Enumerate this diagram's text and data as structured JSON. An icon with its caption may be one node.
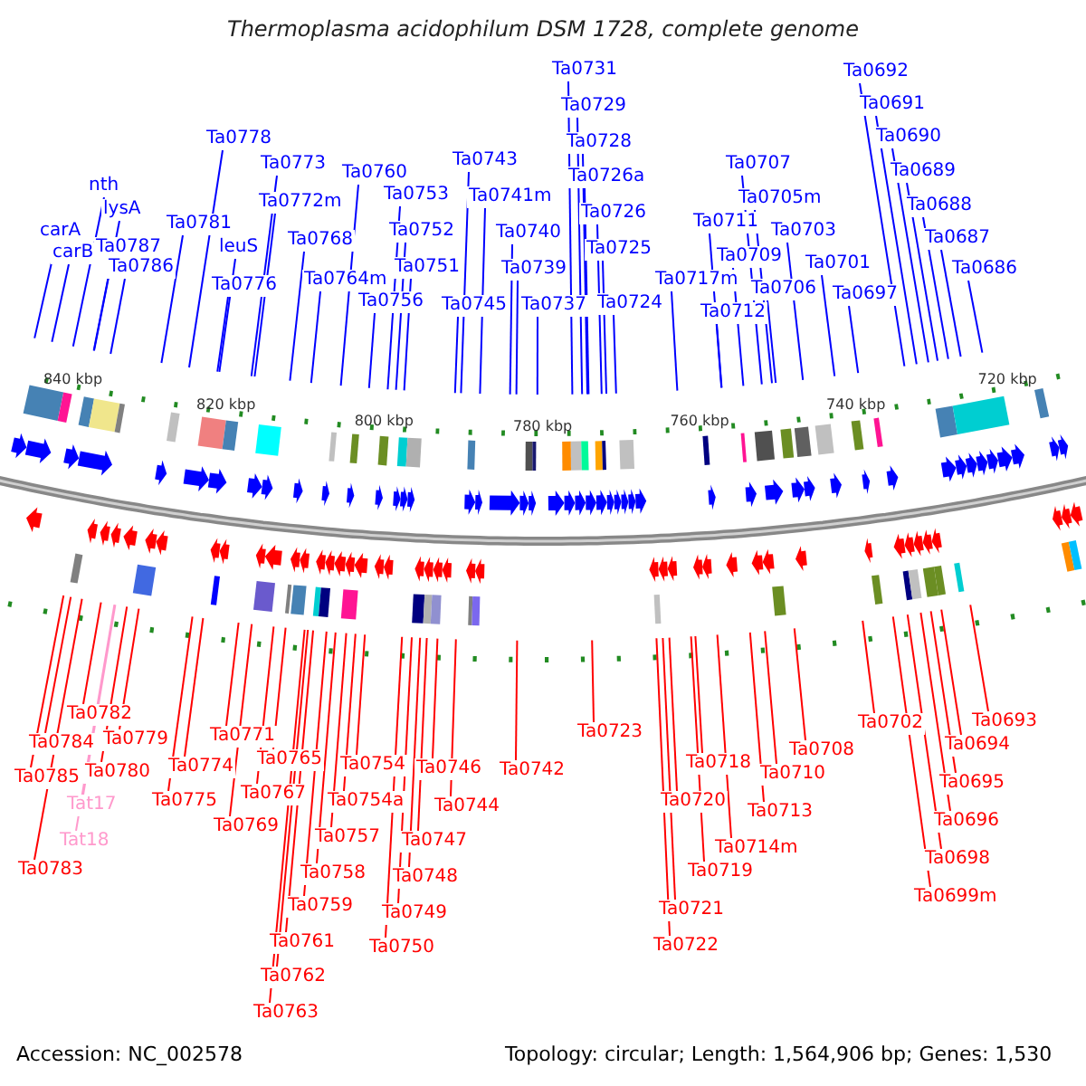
{
  "diagram": {
    "title": "Thermoplasma acidophilum DSM 1728, complete genome",
    "nodes": [
      {
        "text": [
          "carA"
        ]
      },
      {
        "text": [
          "carB"
        ]
      },
      {
        "text": [
          "nth"
        ]
      },
      {
        "text": [
          "lysA"
        ]
      },
      {
        "text": [
          "Ta0787"
        ]
      },
      {
        "text": [
          "Ta0786"
        ]
      },
      {
        "text": [
          "Ta0781"
        ]
      },
      {
        "text": [
          "Ta0778"
        ]
      },
      {
        "text": [
          "leuS"
        ]
      },
      {
        "text": [
          "Ta0776"
        ]
      },
      {
        "text": [
          "Ta0773"
        ]
      },
      {
        "text": [
          "Ta0772m"
        ]
      },
      {
        "text": [
          "Ta0768"
        ]
      },
      {
        "text": [
          "Ta0760"
        ]
      },
      {
        "text": [
          "Ta0764m"
        ]
      },
      {
        "text": [
          "Ta0756"
        ]
      },
      {
        "text": [
          "Ta0753"
        ]
      },
      {
        "text": [
          "Ta0752"
        ]
      },
      {
        "text": [
          "Ta0751"
        ]
      },
      {
        "text": [
          "Ta0745"
        ]
      },
      {
        "text": [
          "Ta0743"
        ]
      },
      {
        "text": [
          "Ta0741m"
        ]
      },
      {
        "text": [
          "Ta0740"
        ]
      },
      {
        "text": [
          "Ta0739"
        ]
      },
      {
        "text": [
          "Ta0737"
        ]
      },
      {
        "text": [
          "Ta0731"
        ]
      },
      {
        "text": [
          "Ta0729"
        ]
      },
      {
        "text": [
          "Ta0728"
        ]
      },
      {
        "text": [
          "Ta0726a"
        ]
      },
      {
        "text": [
          "Ta0726"
        ]
      },
      {
        "text": [
          "Ta0725"
        ]
      },
      {
        "text": [
          "Ta0724"
        ]
      },
      {
        "text": [
          "Ta0707"
        ]
      },
      {
        "text": [
          "Ta0705m"
        ]
      },
      {
        "text": [
          "Ta0711"
        ]
      },
      {
        "text": [
          "Ta0703"
        ]
      },
      {
        "text": [
          "Ta0709"
        ]
      },
      {
        "text": [
          "Ta0701"
        ]
      },
      {
        "text": [
          "Ta0717m"
        ]
      },
      {
        "text": [
          "Ta0706"
        ]
      },
      {
        "text": [
          "Ta0712"
        ]
      },
      {
        "text": [
          "Ta0697"
        ]
      },
      {
        "text": [
          "Ta0692"
        ]
      },
      {
        "text": [
          "Ta0691"
        ]
      },
      {
        "text": [
          "Ta0690"
        ]
      },
      {
        "text": [
          "Ta0689"
        ]
      },
      {
        "text": [
          "Ta0688"
        ]
      },
      {
        "text": [
          "Ta0687"
        ]
      },
      {
        "text": [
          "Ta0686"
        ]
      },
      {
        "text": [
          "Ta0782"
        ]
      },
      {
        "text": [
          "Ta0784"
        ]
      },
      {
        "text": [
          "Ta0779"
        ]
      },
      {
        "text": [
          "Ta0785"
        ]
      },
      {
        "text": [
          "Ta0780"
        ]
      },
      {
        "text": [
          "Tat17"
        ]
      },
      {
        "text": [
          "Tat18"
        ]
      },
      {
        "text": [
          "Ta0783"
        ]
      },
      {
        "text": [
          "Ta0771"
        ]
      },
      {
        "text": [
          "Ta0774"
        ]
      },
      {
        "text": [
          "Ta0775"
        ]
      },
      {
        "text": [
          "Ta0765"
        ]
      },
      {
        "text": [
          "Ta0767"
        ]
      },
      {
        "text": [
          "Ta0769"
        ]
      },
      {
        "text": [
          "Ta0754"
        ]
      },
      {
        "text": [
          "Ta0754a"
        ]
      },
      {
        "text": [
          "Ta0757"
        ]
      },
      {
        "text": [
          "Ta0758"
        ]
      },
      {
        "text": [
          "Ta0759"
        ]
      },
      {
        "text": [
          "Ta0761"
        ]
      },
      {
        "text": [
          "Ta0762"
        ]
      },
      {
        "text": [
          "Ta0763"
        ]
      },
      {
        "text": [
          "Ta0746"
        ]
      },
      {
        "text": [
          "Ta0744"
        ]
      },
      {
        "text": [
          "Ta0747"
        ]
      },
      {
        "text": [
          "Ta0748"
        ]
      },
      {
        "text": [
          "Ta0749"
        ]
      },
      {
        "text": [
          "Ta0750"
        ]
      },
      {
        "text": [
          "Ta0742"
        ]
      },
      {
        "text": [
          "Ta0723"
        ]
      },
      {
        "text": [
          "Ta0718"
        ]
      },
      {
        "text": [
          "Ta0720"
        ]
      },
      {
        "text": [
          "Ta0714m"
        ]
      },
      {
        "text": [
          "Ta0719"
        ]
      },
      {
        "text": [
          "Ta0721"
        ]
      },
      {
        "text": [
          "Ta0722"
        ]
      },
      {
        "text": [
          "Ta0708"
        ]
      },
      {
        "text": [
          "Ta0710"
        ]
      },
      {
        "text": [
          "Ta0713"
        ]
      },
      {
        "text": [
          "Ta0702"
        ]
      },
      {
        "text": [
          "Ta0693"
        ]
      },
      {
        "text": [
          "Ta0694"
        ]
      },
      {
        "text": [
          "Ta0695"
        ]
      },
      {
        "text": [
          "Ta0696"
        ]
      },
      {
        "text": [
          "Ta0698"
        ]
      },
      {
        "text": [
          "Ta0699m"
        ]
      }
    ],
    "edges": [
      {
        "from": 0,
        "to": null,
        "arrow": "none"
      },
      {
        "from": 1,
        "to": null,
        "arrow": "none"
      },
      {
        "from": 2,
        "to": null,
        "arrow": "none"
      },
      {
        "from": 3,
        "to": null,
        "arrow": "none"
      },
      {
        "from": 4,
        "to": null,
        "arrow": "none"
      },
      {
        "from": 5,
        "to": null,
        "arrow": "none"
      },
      {
        "from": 6,
        "to": null,
        "arrow": "none"
      },
      {
        "from": 7,
        "to": null,
        "arrow": "none"
      },
      {
        "from": 8,
        "to": null,
        "arrow": "none"
      },
      {
        "from": 9,
        "to": null,
        "arrow": "none"
      },
      {
        "from": 10,
        "to": null,
        "arrow": "none"
      },
      {
        "from": 11,
        "to": null,
        "arrow": "none"
      },
      {
        "from": 12,
        "to": null,
        "arrow": "none"
      },
      {
        "from": 13,
        "to": null,
        "arrow": "none"
      },
      {
        "from": 14,
        "to": null,
        "arrow": "none"
      },
      {
        "from": 15,
        "to": null,
        "arrow": "none"
      },
      {
        "from": 16,
        "to": null,
        "arrow": "none"
      },
      {
        "from": 17,
        "to": null,
        "arrow": "none"
      },
      {
        "from": 18,
        "to": null,
        "arrow": "none"
      },
      {
        "from": 19,
        "to": null,
        "arrow": "none"
      },
      {
        "from": 20,
        "to": null,
        "arrow": "none"
      },
      {
        "from": 21,
        "to": null,
        "arrow": "none"
      },
      {
        "from": 22,
        "to": null,
        "arrow": "none"
      },
      {
        "from": 23,
        "to": null,
        "arrow": "none"
      },
      {
        "from": 24,
        "to": null,
        "arrow": "none"
      },
      {
        "from": 25,
        "to": null,
        "arrow": "none"
      },
      {
        "from": 26,
        "to": null,
        "arrow": "none"
      },
      {
        "from": 27,
        "to": null,
        "arrow": "none"
      },
      {
        "from": 28,
        "to": null,
        "arrow": "none"
      },
      {
        "from": 29,
        "to": null,
        "arrow": "none"
      },
      {
        "from": 30,
        "to": null,
        "arrow": "none"
      },
      {
        "from": 31,
        "to": null,
        "arrow": "none"
      },
      {
        "from": 32,
        "to": null,
        "arrow": "none"
      },
      {
        "from": 33,
        "to": null,
        "arrow": "none"
      },
      {
        "from": 34,
        "to": null,
        "arrow": "none"
      },
      {
        "from": 35,
        "to": null,
        "arrow": "none"
      },
      {
        "from": 36,
        "to": null,
        "arrow": "none"
      },
      {
        "from": 37,
        "to": null,
        "arrow": "none"
      },
      {
        "from": 38,
        "to": null,
        "arrow": "none"
      },
      {
        "from": 39,
        "to": null,
        "arrow": "none"
      },
      {
        "from": 40,
        "to": null,
        "arrow": "none"
      },
      {
        "from": 41,
        "to": null,
        "arrow": "none"
      },
      {
        "from": 42,
        "to": null,
        "arrow": "none"
      },
      {
        "from": 43,
        "to": null,
        "arrow": "none"
      },
      {
        "from": 44,
        "to": null,
        "arrow": "none"
      },
      {
        "from": 45,
        "to": null,
        "arrow": "none"
      },
      {
        "from": 46,
        "to": null,
        "arrow": "none"
      },
      {
        "from": 47,
        "to": null,
        "arrow": "none"
      },
      {
        "from": 48,
        "to": null,
        "arrow": "none"
      },
      {
        "from": 49,
        "to": null,
        "arrow": "none",
        "color": "#ff0000"
      },
      {
        "from": 50,
        "to": null,
        "arrow": "none",
        "color": "#ff0000"
      },
      {
        "from": 51,
        "to": null,
        "arrow": "none",
        "color": "#ff0000"
      },
      {
        "from": 52,
        "to": null,
        "arrow": "none",
        "color": "#ff0000"
      },
      {
        "from": 53,
        "to": null,
        "arrow": "none",
        "color": "#ff0000"
      },
      {
        "from": 54,
        "to": null,
        "arrow": "none",
        "color": "#ff99cc"
      },
      {
        "from": 55,
        "to": null,
        "arrow": "none",
        "color": "#ff99cc"
      },
      {
        "from": 56,
        "to": null,
        "arrow": "none",
        "color": "#ff0000"
      },
      {
        "from": 57,
        "to": null,
        "arrow": "none",
        "color": "#ff0000"
      },
      {
        "from": 58,
        "to": null,
        "arrow": "none",
        "color": "#ff0000"
      },
      {
        "from": 59,
        "to": null,
        "arrow": "none",
        "color": "#ff0000"
      },
      {
        "from": 60,
        "to": null,
        "arrow": "none",
        "color": "#ff0000"
      },
      {
        "from": 61,
        "to": null,
        "arrow": "none",
        "color": "#ff0000"
      },
      {
        "from": 62,
        "to": null,
        "arrow": "none",
        "color": "#ff0000"
      },
      {
        "from": 63,
        "to": null,
        "arrow": "none",
        "color": "#ff0000"
      },
      {
        "from": 64,
        "to": null,
        "arrow": "none",
        "color": "#ff0000"
      },
      {
        "from": 65,
        "to": null,
        "arrow": "none",
        "color": "#ff0000"
      },
      {
        "from": 66,
        "to": null,
        "arrow": "none",
        "color": "#ff0000"
      },
      {
        "from": 67,
        "to": null,
        "arrow": "none",
        "color": "#ff0000"
      },
      {
        "from": 68,
        "to": null,
        "arrow": "none",
        "color": "#ff0000"
      },
      {
        "from": 69,
        "to": null,
        "arrow": "none",
        "color": "#ff0000"
      },
      {
        "from": 70,
        "to": null,
        "arrow": "none",
        "color": "#ff0000"
      },
      {
        "from": 71,
        "to": null,
        "arrow": "none",
        "color": "#ff0000"
      },
      {
        "from": 72,
        "to": null,
        "arrow": "none",
        "color": "#ff0000"
      },
      {
        "from": 73,
        "to": null,
        "arrow": "none",
        "color": "#ff0000"
      },
      {
        "from": 74,
        "to": null,
        "arrow": "none",
        "color": "#ff0000"
      },
      {
        "from": 75,
        "to": null,
        "arrow": "none",
        "color": "#ff0000"
      },
      {
        "from": 76,
        "to": null,
        "arrow": "none",
        "color": "#ff0000"
      },
      {
        "from": 77,
        "to": null,
        "arrow": "none",
        "color": "#ff0000"
      },
      {
        "from": 78,
        "to": null,
        "arrow": "none",
        "color": "#ff0000"
      },
      {
        "from": 79,
        "to": null,
        "arrow": "none",
        "color": "#ff0000"
      },
      {
        "from": 80,
        "to": null,
        "arrow": "none",
        "color": "#ff0000"
      },
      {
        "from": 81,
        "to": null,
        "arrow": "none",
        "color": "#ff0000"
      },
      {
        "from": 82,
        "to": null,
        "arrow": "none",
        "color": "#ff0000"
      },
      {
        "from": 83,
        "to": null,
        "arrow": "none",
        "color": "#ff0000"
      },
      {
        "from": 84,
        "to": null,
        "arrow": "none",
        "color": "#ff0000"
      },
      {
        "from": 85,
        "to": null,
        "arrow": "none",
        "color": "#ff0000"
      },
      {
        "from": 86,
        "to": null,
        "arrow": "none",
        "color": "#ff0000"
      },
      {
        "from": 87,
        "to": null,
        "arrow": "none",
        "color": "#ff0000"
      },
      {
        "from": 88,
        "to": null,
        "arrow": "none",
        "color": "#ff0000"
      },
      {
        "from": 89,
        "to": null,
        "arrow": "none",
        "color": "#ff0000"
      },
      {
        "from": 90,
        "to": null,
        "arrow": "none",
        "color": "#ff0000"
      },
      {
        "from": 91,
        "to": null,
        "arrow": "none",
        "color": "#ff0000"
      },
      {
        "from": 92,
        "to": null,
        "arrow": "none",
        "color": "#ff0000"
      },
      {
        "from": 93,
        "to": null,
        "arrow": "none",
        "color": "#ff0000"
      },
      {
        "from": 94,
        "to": null,
        "arrow": "none",
        "color": "#ff0000"
      }
    ],
    "labels": [
      "840 kbp",
      "820 kbp",
      "800 kbp",
      "780 kbp",
      "760 kbp",
      "740 kbp",
      "720 kbp",
      "Accession: NC_002578",
      "Topology: circular; Length: 1,564,906 bp; Genes: 1,530"
    ]
  }
}
